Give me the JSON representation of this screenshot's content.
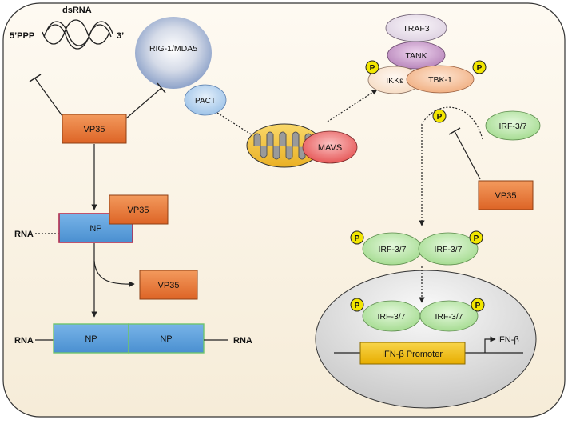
{
  "dsrna": {
    "label": "dsRNA",
    "end5": "5’PPP",
    "end3": "3’"
  },
  "rig1": "RIG-1/MDA5",
  "pact": "PACT",
  "vp35": "VP35",
  "mavs": "MAVS",
  "traf3": "TRAF3",
  "tank": "TANK",
  "ikke": "IKKε",
  "tbk1": "TBK-1",
  "phospho": "P",
  "irf": "IRF-3/7",
  "np": "NP",
  "rna": "RNA",
  "promoter": "IFN-β Promoter",
  "ifnb": "IFN-β",
  "colors": {
    "vp35": "#e8743a",
    "np": "#5b9bd5",
    "irf": "#b5e5a4",
    "phospho": "#f2e600",
    "mavs": "#e86060",
    "mito": "#f2c030",
    "promoter": "#f2c200"
  }
}
